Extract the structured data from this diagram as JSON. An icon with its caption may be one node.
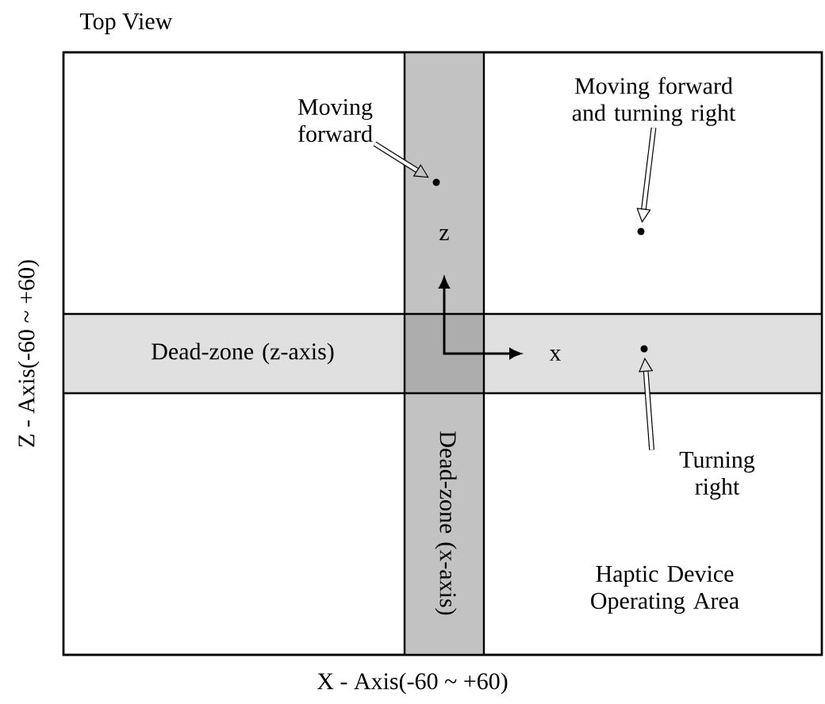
{
  "diagram": {
    "title": "Top View",
    "nodes": [
      {
        "text": [
          "Haptic Device Operating Area"
        ]
      },
      {
        "text": [
          "Dead-zone (z-axis)"
        ],
        "in": 0
      },
      {
        "text": [
          "Dead-zone (x-axis)"
        ],
        "in": 0
      },
      {
        "text": [
          "Moving forward"
        ],
        "in": 0
      },
      {
        "text": [],
        "shape": "circle",
        "in": 2
      },
      {
        "text": [
          "Moving forward and turning right"
        ],
        "in": 0
      },
      {
        "text": [],
        "shape": "circle",
        "in": 0
      },
      {
        "text": [
          "Turning right"
        ],
        "in": 0
      },
      {
        "text": [],
        "shape": "circle",
        "in": 1
      }
    ],
    "edges": [
      {
        "from": 3,
        "to": 4,
        "arrow": "to"
      },
      {
        "from": 5,
        "to": 6,
        "arrow": "to"
      },
      {
        "from": 7,
        "to": 8,
        "arrow": "to"
      }
    ],
    "labels": [
      "z",
      "x",
      "Z - Axis(-60 ~ +60)",
      "X - Axis(-60 ~ +60)"
    ]
  }
}
